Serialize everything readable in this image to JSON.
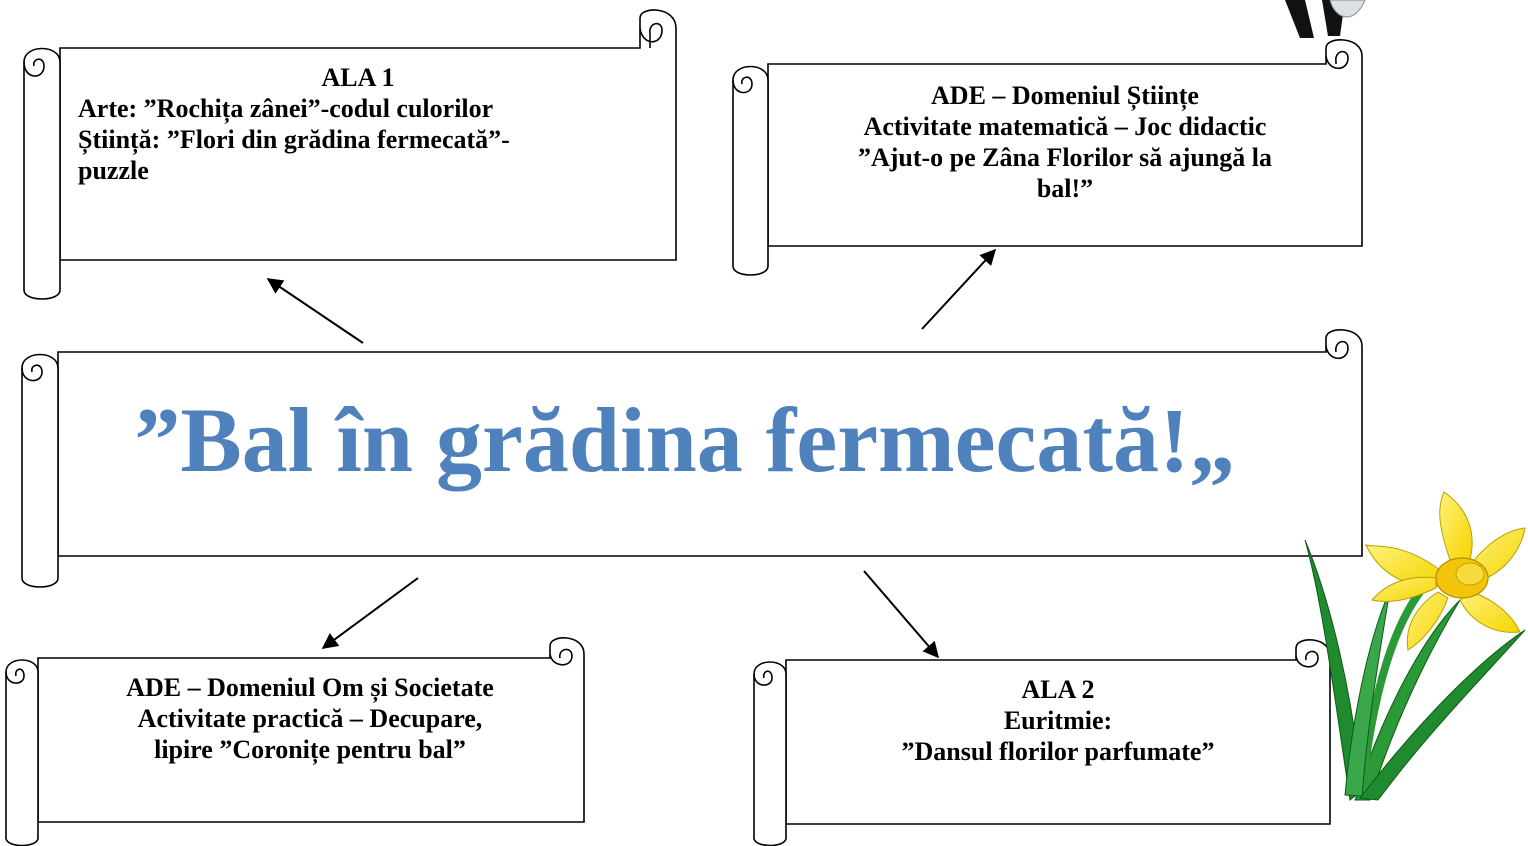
{
  "title": "”Bal în grădina fermecată!„",
  "boxes": {
    "top_left": {
      "lines": [
        "ALA 1",
        "Arte: ”Rochița zânei”-codul culorilor",
        "Știință: ”Flori din grădina fermecată”-",
        "puzzle"
      ]
    },
    "top_right": {
      "lines": [
        "ADE – Domeniul Științe",
        "Activitate matematică – Joc didactic",
        "”Ajut-o pe Zâna Florilor să ajungă la",
        "bal!”"
      ]
    },
    "bottom_left": {
      "lines": [
        "ADE – Domeniul Om și Societate",
        "Activitate practică – Decupare,",
        "lipire ”Coronițe  pentru bal”"
      ]
    },
    "bottom_right": {
      "lines": [
        "ALA 2",
        "Euritmie:",
        "”Dansul florilor parfumate”"
      ]
    }
  },
  "colors": {
    "title": "#4f81bd",
    "outline": "#000000",
    "daffodil_petal": "#ffe633",
    "daffodil_trumpet": "#f2c40c",
    "leaf": "#1f8a2e"
  }
}
